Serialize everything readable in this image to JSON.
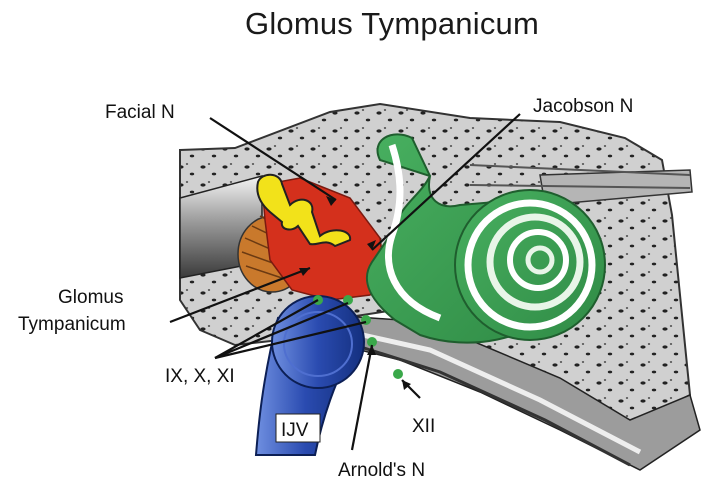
{
  "title": "Glomus Tympanicum",
  "labels": {
    "facial_n": "Facial N",
    "jacobson_n": "Jacobson N",
    "glomus_line1": "Glomus",
    "glomus_line2": "Tympanicum",
    "ix_x_xi": "IX, X, XI",
    "ijv": "IJV",
    "xii": "XII",
    "arnolds_n": "Arnold's N"
  },
  "colors": {
    "tumor": "#d4301c",
    "ossicles": "#f2e21a",
    "cochlea": "#3a9a52",
    "vein": "#1e3f9a",
    "bone": "#cfcfcf",
    "nerve_dot": "#3aa84a"
  }
}
